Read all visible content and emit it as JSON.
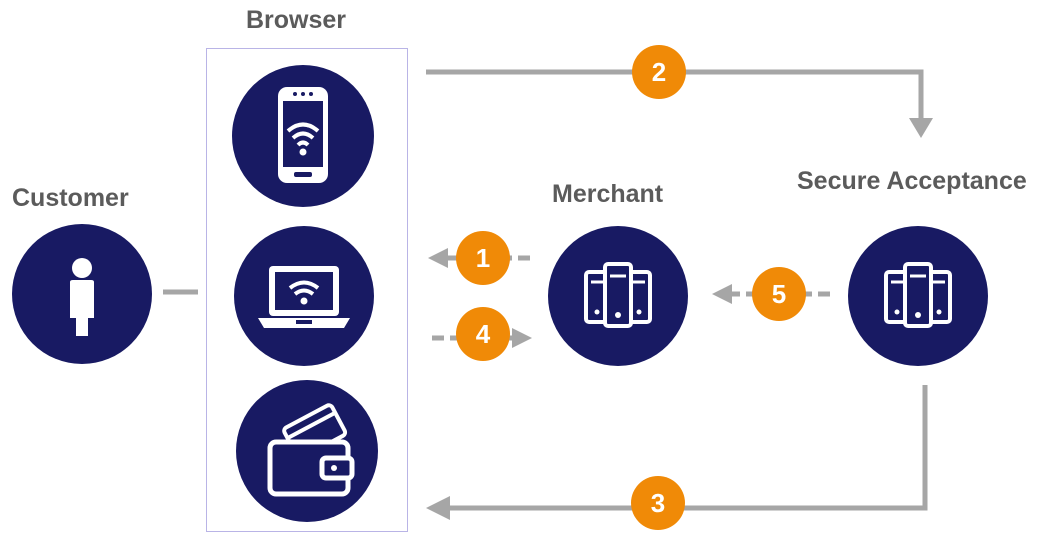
{
  "labels": {
    "customer": "Customer",
    "browser": "Browser",
    "merchant": "Merchant",
    "secure_acceptance": "Secure Acceptance"
  },
  "steps": [
    "1",
    "2",
    "3",
    "4",
    "5"
  ],
  "icons": {
    "customer": "person-icon",
    "phone": "smartphone-wifi-icon",
    "laptop": "laptop-wifi-icon",
    "wallet": "wallet-card-icon",
    "merchant": "server-icon",
    "secure_acceptance": "server-icon"
  },
  "colors": {
    "node": "#181a63",
    "badge": "#f08a07",
    "arrow": "#a6a6a6",
    "label": "#5b5b5b",
    "browser_border": "#b9b4e6"
  }
}
